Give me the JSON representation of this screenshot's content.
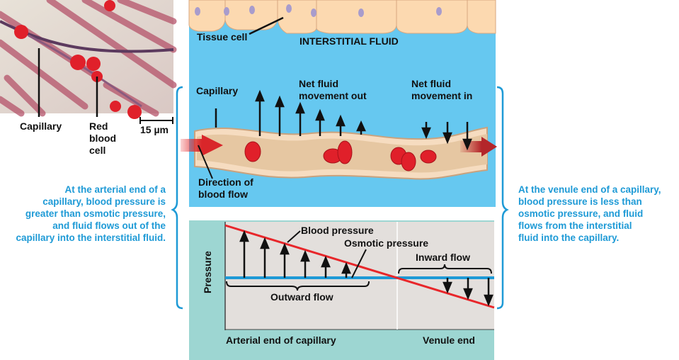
{
  "micrograph": {
    "capillary_label": "Capillary",
    "rbc_label_lines": [
      "Red",
      "blood",
      "cell"
    ],
    "scale_bar": "15 µm"
  },
  "top_panel": {
    "tissue_cell_label": "Tissue cell",
    "interstitial_label": "INTERSTITIAL FLUID",
    "capillary_label": "Capillary",
    "net_out_lines": [
      "Net fluid",
      "movement out"
    ],
    "net_in_lines": [
      "Net fluid",
      "movement in"
    ],
    "direction_lines": [
      "Direction of",
      "blood flow"
    ]
  },
  "chart": {
    "ylabel": "Pressure",
    "blood_pressure_label": "Blood pressure",
    "osmotic_pressure_label": "Osmotic pressure",
    "outward_label": "Outward flow",
    "inward_label": "Inward flow",
    "x_left_label": "Arterial end of capillary",
    "x_right_label": "Venule end"
  },
  "left_caption": [
    "At the arterial end of a",
    "capillary, blood pressure is",
    "greater than osmotic pressure,",
    "and fluid flows out of the",
    "capillary into the interstitial fluid."
  ],
  "right_caption": [
    "At the venule end of a capillary,",
    "blood pressure is less than",
    "osmotic pressure, and fluid",
    "flows from the interstitial",
    "fluid into the capillary."
  ],
  "colors": {
    "fluid": "#66c8f0",
    "chart_bg": "#9dd6d2",
    "plot_bg": "#e3dfdc",
    "blood_pressure": "#e8262a",
    "osmotic": "#1e9ad6",
    "caption": "#1e9ad6"
  }
}
